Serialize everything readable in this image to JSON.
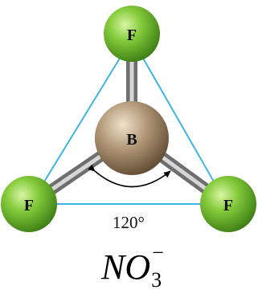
{
  "molecule": {
    "central_atom": "B",
    "outer_atoms": [
      "F",
      "F",
      "F"
    ],
    "angle_label": "120°"
  },
  "formula": {
    "base": "NO",
    "subscript": "3",
    "superscript": "−"
  },
  "colors": {
    "outer_atom": "#7cc43a",
    "central_atom": "#a98f70",
    "bond": "#8c8c8c",
    "triangle": "#3ab6e0",
    "arrow": "#000000"
  }
}
